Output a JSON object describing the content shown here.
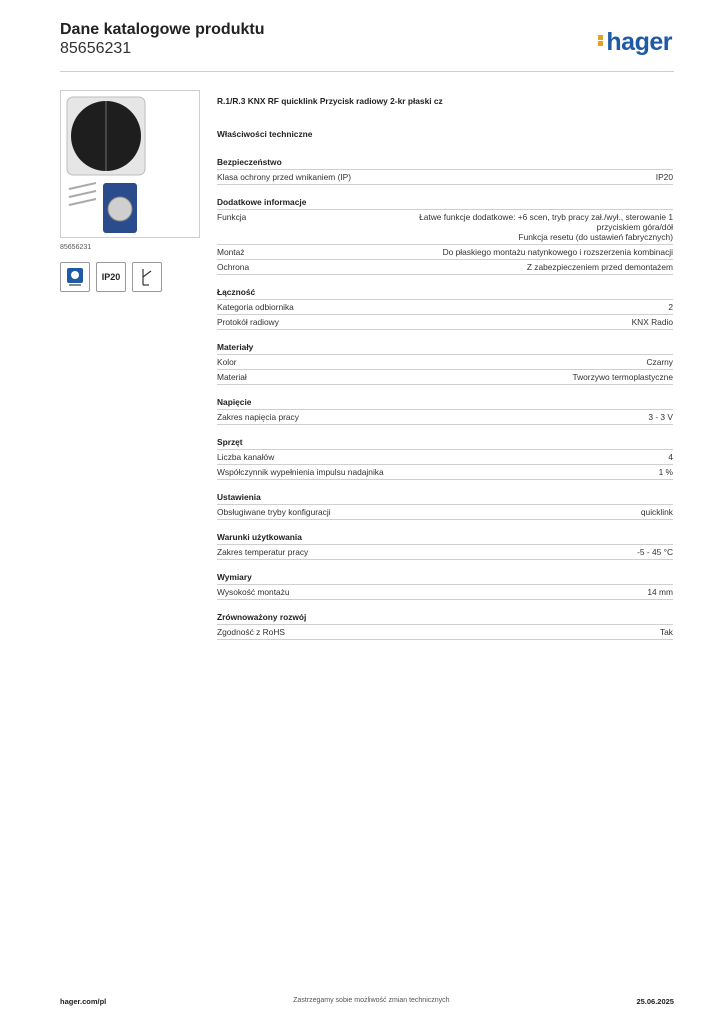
{
  "header": {
    "title": "Dane katalogowe produktu",
    "code": "85656231",
    "logo": "hager"
  },
  "sidebar": {
    "sku": "85656231",
    "badge_ip": "IP20"
  },
  "product_title": "R.1/R.3 KNX RF quicklink Przycisk radiowy 2-kr płaski cz",
  "properties_heading": "Właściwości techniczne",
  "sections": [
    {
      "name": "Bezpieczeństwo",
      "rows": [
        {
          "k": "Klasa ochrony przed wnikaniem (IP)",
          "v": "IP20"
        }
      ]
    },
    {
      "name": "Dodatkowe informacje",
      "rows": [
        {
          "k": "Funkcja",
          "v": "Łatwe funkcje dodatkowe: +6 scen, tryb pracy zał./wył., sterowanie 1 przyciskiem góra/dół\nFunkcja resetu (do ustawień fabrycznych)"
        },
        {
          "k": "Montaż",
          "v": "Do płaskiego montażu natynkowego i rozszerzenia kombinacji"
        },
        {
          "k": "Ochrona",
          "v": "Z zabezpieczeniem przed demontażem"
        }
      ]
    },
    {
      "name": "Łączność",
      "rows": [
        {
          "k": "Kategoria odbiornika",
          "v": "2"
        },
        {
          "k": "Protokół radiowy",
          "v": "KNX Radio"
        }
      ]
    },
    {
      "name": "Materiały",
      "rows": [
        {
          "k": "Kolor",
          "v": "Czarny"
        },
        {
          "k": "Materiał",
          "v": "Tworzywo termoplastyczne"
        }
      ]
    },
    {
      "name": "Napięcie",
      "rows": [
        {
          "k": "Zakres napięcia pracy",
          "v": "3 - 3 V"
        }
      ]
    },
    {
      "name": "Sprzęt",
      "rows": [
        {
          "k": "Liczba kanałów",
          "v": "4"
        },
        {
          "k": "Współczynnik wypełnienia impulsu nadajnika",
          "v": "1 %"
        }
      ]
    },
    {
      "name": "Ustawienia",
      "rows": [
        {
          "k": "Obsługiwane tryby konfiguracji",
          "v": "quicklink"
        }
      ]
    },
    {
      "name": "Warunki użytkowania",
      "rows": [
        {
          "k": "Zakres temperatur pracy",
          "v": "-5 - 45 °C"
        }
      ]
    },
    {
      "name": "Wymiary",
      "rows": [
        {
          "k": "Wysokość montażu",
          "v": "14 mm"
        }
      ]
    },
    {
      "name": "Zrównoważony rozwój",
      "rows": [
        {
          "k": "Zgodność z RoHS",
          "v": "Tak"
        }
      ]
    }
  ],
  "footer": {
    "left": "hager.com/pl",
    "center": "Zastrzegamy sobie możliwość zmian technicznych",
    "right": "25.06.2025"
  }
}
